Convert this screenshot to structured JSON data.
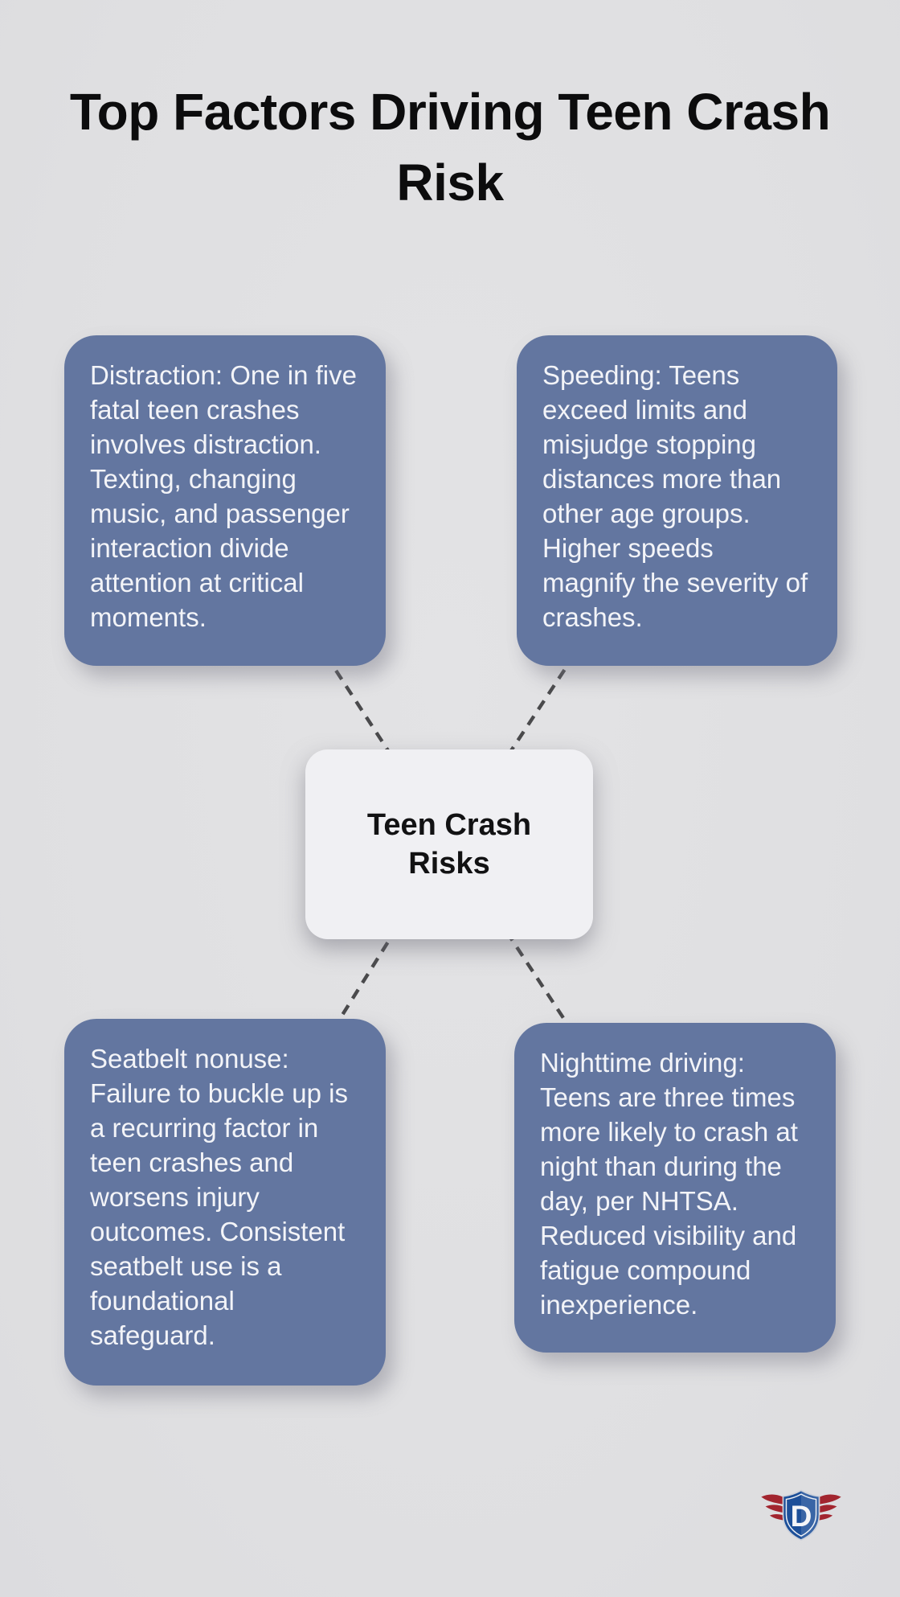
{
  "title": "Top Factors Driving Teen Crash Risk",
  "center": {
    "label": "Teen Crash Risks"
  },
  "factors": [
    {
      "name": "distraction",
      "text": "Distraction: One in five fatal teen crashes involves distraction. Texting, changing music, and passenger interaction divide attention at critical moments."
    },
    {
      "name": "speeding",
      "text": "Speeding: Teens exceed limits and misjudge stopping distances more than other age groups. Higher speeds magnify the severity of crashes."
    },
    {
      "name": "seatbelt-nonuse",
      "text": "Seatbelt nonuse: Failure to buckle up is a recurring factor in teen crashes and worsens injury outcomes. Consistent seatbelt use is a foundational safeguard."
    },
    {
      "name": "nighttime-driving",
      "text": "Nighttime driving: Teens are three times more likely to crash at night than during the day, per NHTSA. Reduced visibility and fatigue compound inexperience."
    }
  ],
  "logo": {
    "letter": "D"
  },
  "colors": {
    "background": "#e0e0e2",
    "card": "#6376a0",
    "card_text": "#f3f4f8",
    "center_bg": "#f0f0f3",
    "connector": "#4a4a4c",
    "title_text": "#0c0c0d",
    "logo_blue": "#1c4f99",
    "logo_red": "#a2252f"
  }
}
